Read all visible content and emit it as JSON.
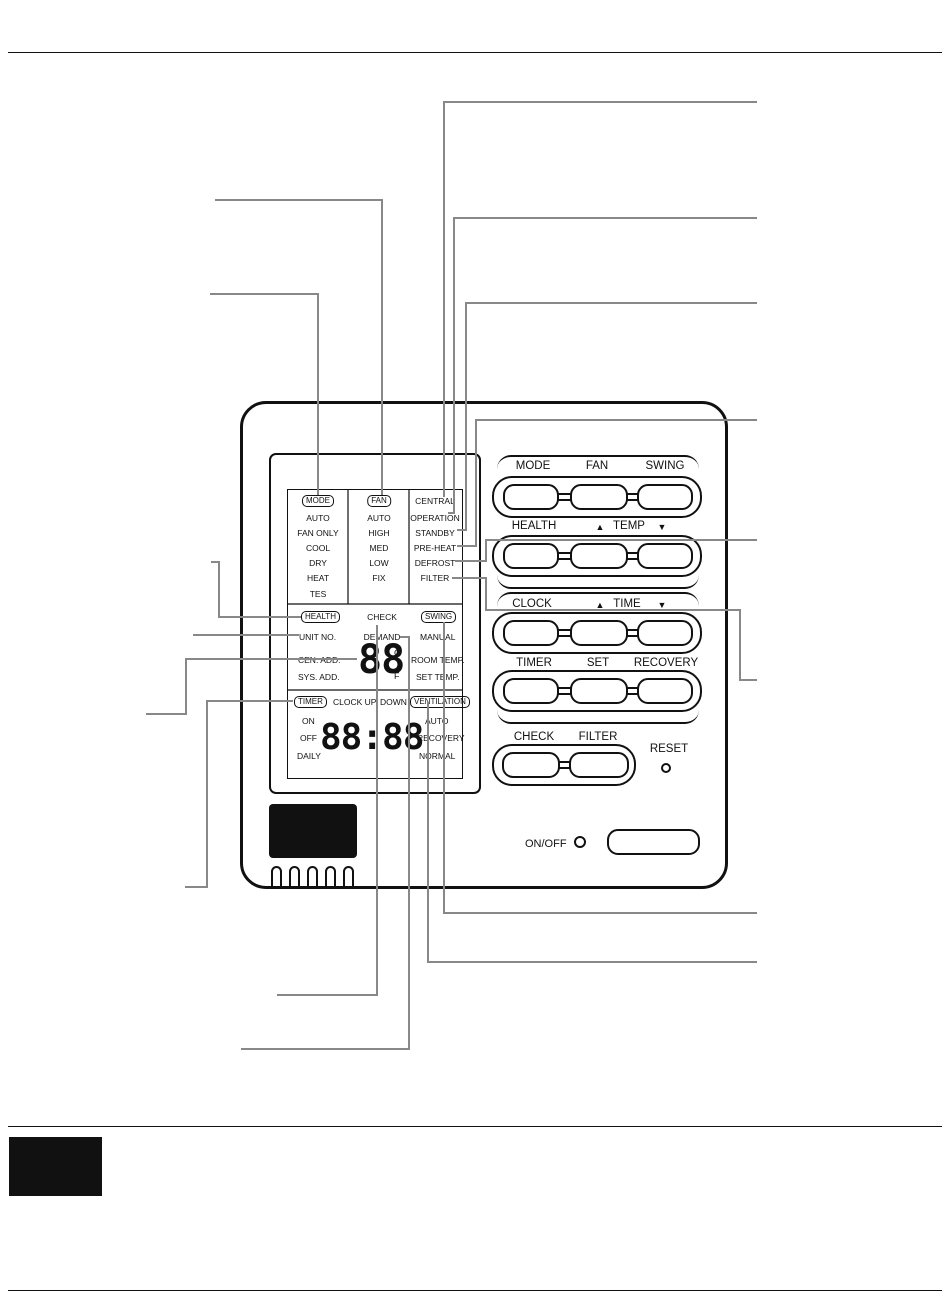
{
  "lcd": {
    "mode_col": {
      "header": "MODE",
      "items": [
        "AUTO",
        "FAN ONLY",
        "COOL",
        "DRY",
        "HEAT",
        "TES"
      ]
    },
    "fan_col": {
      "header": "FAN",
      "items": [
        "AUTO",
        "HIGH",
        "MED",
        "LOW",
        "FIX"
      ]
    },
    "status_col": {
      "items": [
        "CENTRAL",
        "OPERATION",
        "STANDBY",
        "PRE-HEAT",
        "DEFROST",
        "FILTER"
      ]
    },
    "mid": {
      "health": "HEALTH",
      "check": "CHECK",
      "swing": "SWING",
      "unit_no": "UNIT NO.",
      "demand": "DEMAND",
      "manual": "MANUAL",
      "cen_add": "CEN. ADD.",
      "sys_add": "SYS. ADD.",
      "room_temp": "ROOM TEMP.",
      "set_temp": "SET TEMP.",
      "temp_digits": "88",
      "unit_c": "C",
      "unit_f": "F"
    },
    "bottom": {
      "timer": "TIMER",
      "clock_up": "CLOCK UP",
      "down": "DOWN",
      "ventilation": "VENTILATION",
      "on": "ON",
      "off": "OFF",
      "daily": "DAILY",
      "clock_digits": "88:88",
      "auto": "AUTO",
      "recovery": "RECOVERY",
      "normal": "NORMAL"
    }
  },
  "buttons": {
    "row1": {
      "mode": "MODE",
      "fan": "FAN",
      "swing": "SWING"
    },
    "row2": {
      "health": "HEALTH",
      "temp": "TEMP"
    },
    "row3": {
      "clock": "CLOCK",
      "time": "TIME"
    },
    "row4": {
      "timer": "TIMER",
      "set": "SET",
      "recovery": "RECOVERY"
    },
    "row5": {
      "check": "CHECK",
      "filter": "FILTER"
    },
    "reset": "RESET",
    "onoff": "ON/OFF",
    "up_symbol": "▲",
    "down_symbol": "▼"
  }
}
